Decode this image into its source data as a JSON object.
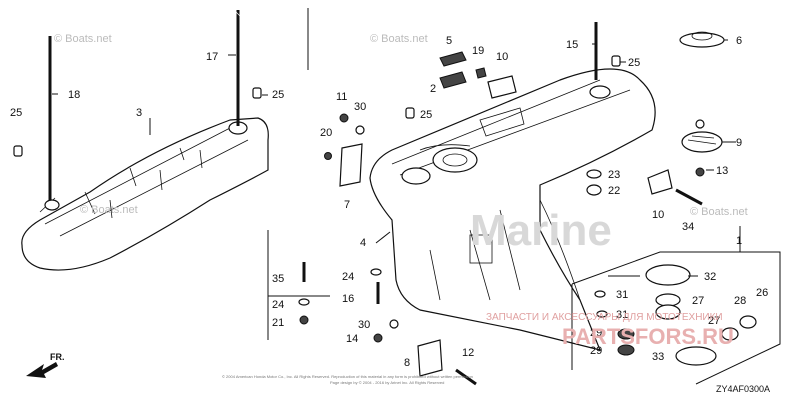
{
  "watermarks": {
    "boats_left": "© Boats.net",
    "boats_mid": "© Boats.net",
    "boats_right": "© Boats.net",
    "boats_bottom": "© Boats.net",
    "marine": "Marine",
    "ru_line": "ЗАПЧАСТИ И АКСЕССУАРЫ ДЛЯ МОТОТЕХНИКИ",
    "ru_big": "PARTSFORS.RU"
  },
  "diagram_code": "ZY4AF0300A",
  "front_label": "FR.",
  "copyright_line1": "© 2004 American Honda Motor Co., Inc. All Rights Reserved. Reproduction of this material in any form is prohibited without written permission",
  "copyright_line2": "Page design by © 2004 - 2016 by Arinet Inc. All Rights Reserved",
  "callouts": {
    "c1": "1",
    "c2": "2",
    "c3": "3",
    "c4": "4",
    "c5": "5",
    "c6": "6",
    "c7": "7",
    "c8": "8",
    "c9": "9",
    "c10a": "10",
    "c10b": "10",
    "c11": "11",
    "c12": "12",
    "c13": "13",
    "c14": "14",
    "c15": "15",
    "c16": "16",
    "c17": "17",
    "c18": "18",
    "c19": "19",
    "c20": "20",
    "c21": "21",
    "c22": "22",
    "c23": "23",
    "c24a": "24",
    "c24b": "24",
    "c25a": "25",
    "c25b": "25",
    "c25c": "25",
    "c25d": "25",
    "c26": "26",
    "c27a": "27",
    "c27b": "27",
    "c28": "28",
    "c29a": "29",
    "c29b": "29",
    "c30a": "30",
    "c30b": "30",
    "c31a": "31",
    "c31b": "31",
    "c32": "32",
    "c33": "33",
    "c34": "34",
    "c35": "35"
  }
}
